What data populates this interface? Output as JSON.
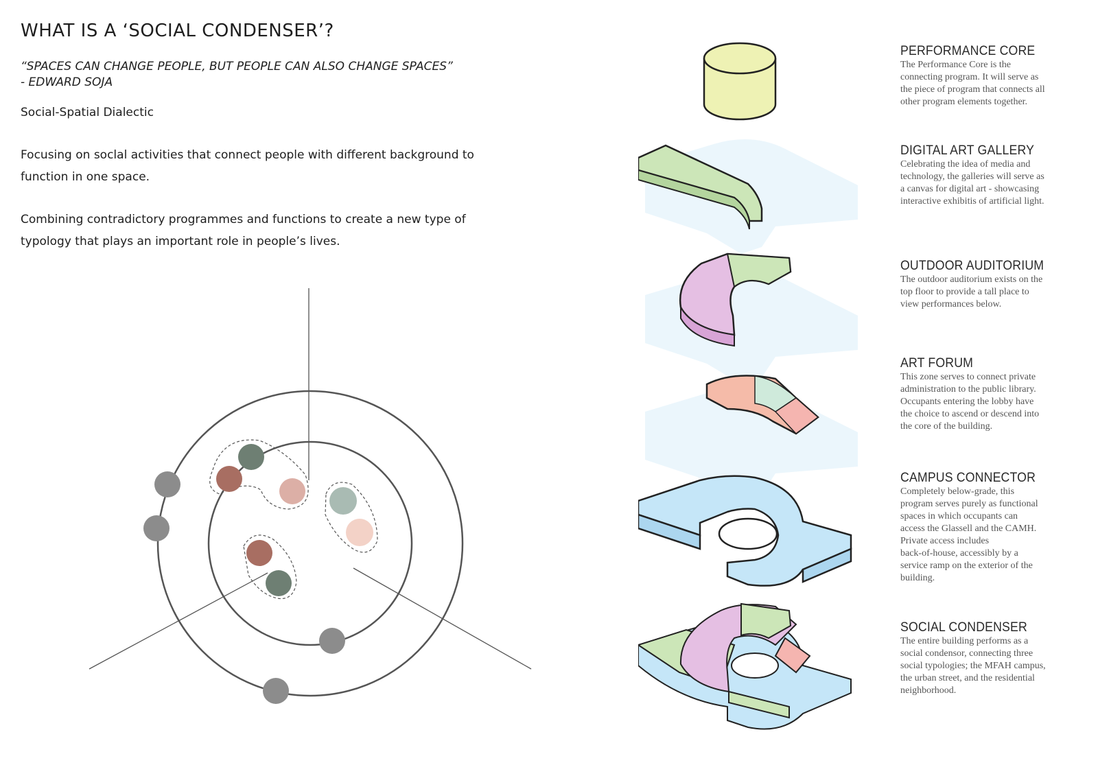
{
  "title": "WHAT IS A ‘SOCIAL CONDENSER’?",
  "quote": {
    "line1": "“SPACES CAN CHANGE PEOPLE, BUT PEOPLE CAN ALSO CHANGE SPACES”",
    "line2": "- EDWARD SOJA"
  },
  "subtitle": "Social-Spatial Dialectic",
  "paragraph1": {
    "line1": "Focusing on soclal activities that connect people with different background to",
    "line2": "function in one space."
  },
  "paragraph2": {
    "line1": "Combining contradictory programmes and functions to create a new type of",
    "line2": "typology that plays an important role in people’s lives."
  },
  "colors": {
    "circle_stroke": "#555555",
    "grey_dot": "#8c8c8c",
    "green_dark": "#6e7f73",
    "brown": "#a86e62",
    "pink_light": "#dcafa6",
    "sage": "#a9bbb3",
    "peach": "#f3d2c7",
    "yellow": "#eef2b4",
    "green": "#cce6b8",
    "lavender": "#e5bfe3",
    "salmon": "#f5bba9",
    "mint": "#cfeadb",
    "coral": "#f5b5b0",
    "sky": "#c5e6f8"
  },
  "programs": [
    {
      "title": "PERFORMANCE CORE",
      "lines": [
        "The Performance Core is the",
        "connecting program. It will serve as",
        "the piece of program that connects all",
        "other program elements together."
      ]
    },
    {
      "title": "DIGITAL ART GALLERY",
      "lines": [
        "Celebrating the idea of media and",
        "technology, the galleries will serve as",
        "a canvas for digital art - showcasing",
        "interactive exhibitis of artificial light."
      ]
    },
    {
      "title": "OUTDOOR AUDITORIUM",
      "lines": [
        "The outdoor auditorium exists on the",
        "top floor to provide a tall place to",
        "view performances below."
      ]
    },
    {
      "title": "ART FORUM",
      "lines": [
        "This zone serves to connect private",
        "administration to the public library.",
        "Occupants entering the lobby have",
        "the choice to ascend or descend into",
        "the core of the building."
      ]
    },
    {
      "title": "CAMPUS CONNECTOR",
      "lines": [
        "Completely below-grade, this",
        "program serves purely as functional",
        "spaces in which occupants can",
        "access the Glassell and the CAMH.",
        "Private access includes",
        "back-of-house, accessibly by a",
        "service ramp on the exterior of the",
        "building."
      ]
    },
    {
      "title": "SOCIAL CONDENSER",
      "lines": [
        "The entire building performs as a",
        "social condensor, connecting three",
        "social typologies; the MFAH campus,",
        "the urban street, and the residential",
        "neighborhood."
      ]
    }
  ]
}
